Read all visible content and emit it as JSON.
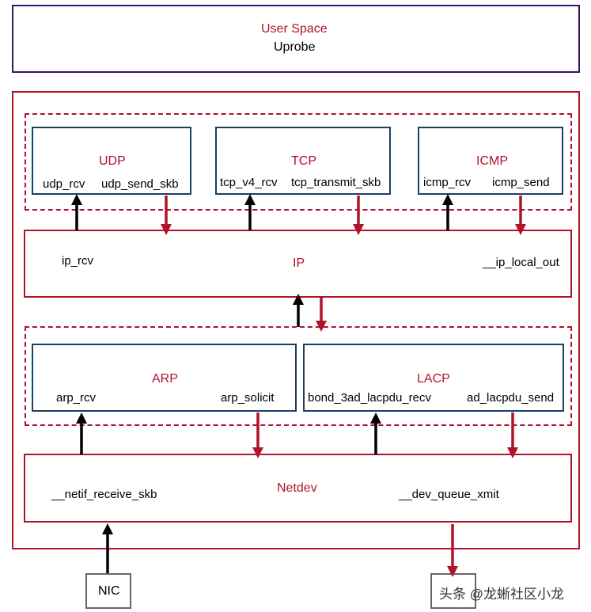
{
  "user_space": {
    "title": "User Space",
    "subtitle": "Uprobe"
  },
  "udp": {
    "title": "UDP",
    "recv": "udp_rcv",
    "send": "udp_send_skb"
  },
  "tcp": {
    "title": "TCP",
    "recv": "tcp_v4_rcv",
    "send": "tcp_transmit_skb"
  },
  "icmp": {
    "title": "ICMP",
    "recv": "icmp_rcv",
    "send": "icmp_send"
  },
  "ip": {
    "title": "IP",
    "recv": "ip_rcv",
    "send": "__ip_local_out"
  },
  "arp": {
    "title": "ARP",
    "recv": "arp_rcv",
    "send": "arp_solicit"
  },
  "lacp": {
    "title": "LACP",
    "recv": "bond_3ad_lacpdu_recv",
    "send": "ad_lacpdu_send"
  },
  "netdev": {
    "title": "Netdev",
    "recv": "__netif_receive_skb",
    "send": "__dev_queue_xmit"
  },
  "nic": {
    "label": "NIC"
  },
  "watermark": "头条 @龙蜥社区小龙",
  "colors": {
    "accent_red": "#b0132a",
    "navy": "#1b3f66",
    "purple": "#3b1464",
    "arrow_black": "#000000"
  }
}
